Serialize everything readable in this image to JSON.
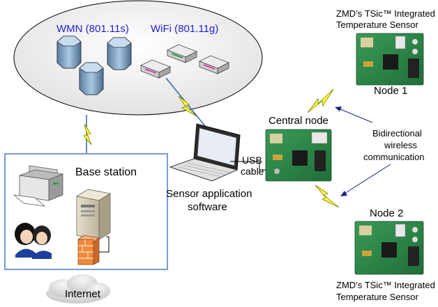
{
  "network": {
    "wmn_label": "WMN (801.11s)",
    "wifi_label": "WiFi (801.11g)"
  },
  "base_station": {
    "label": "Base station"
  },
  "internet": {
    "label": "Internet"
  },
  "laptop": {
    "caption_line1": "Sensor application",
    "caption_line2": "software",
    "usb_line1": "USB",
    "usb_line2": "cable"
  },
  "central_node": {
    "label": "Central node"
  },
  "node1": {
    "label": "Node 1",
    "sensor_line1": "ZMD’s TSic™ Integrated",
    "sensor_line2": "Temperature Sensor"
  },
  "node2": {
    "label": "Node 2",
    "sensor_line1": "ZMD’s TSic™ Integrated",
    "sensor_line2": "Temperature Sensor"
  },
  "comm": {
    "line1": "Bidirectional",
    "line2": "wireless",
    "line3": "communication"
  },
  "colors": {
    "label_blue": "#1f1fd6",
    "lightning": "#ffff33",
    "pcb_green": "#2f8a4a",
    "base_station_border": "#4a7cc9",
    "firewall": "#f08a3c"
  }
}
